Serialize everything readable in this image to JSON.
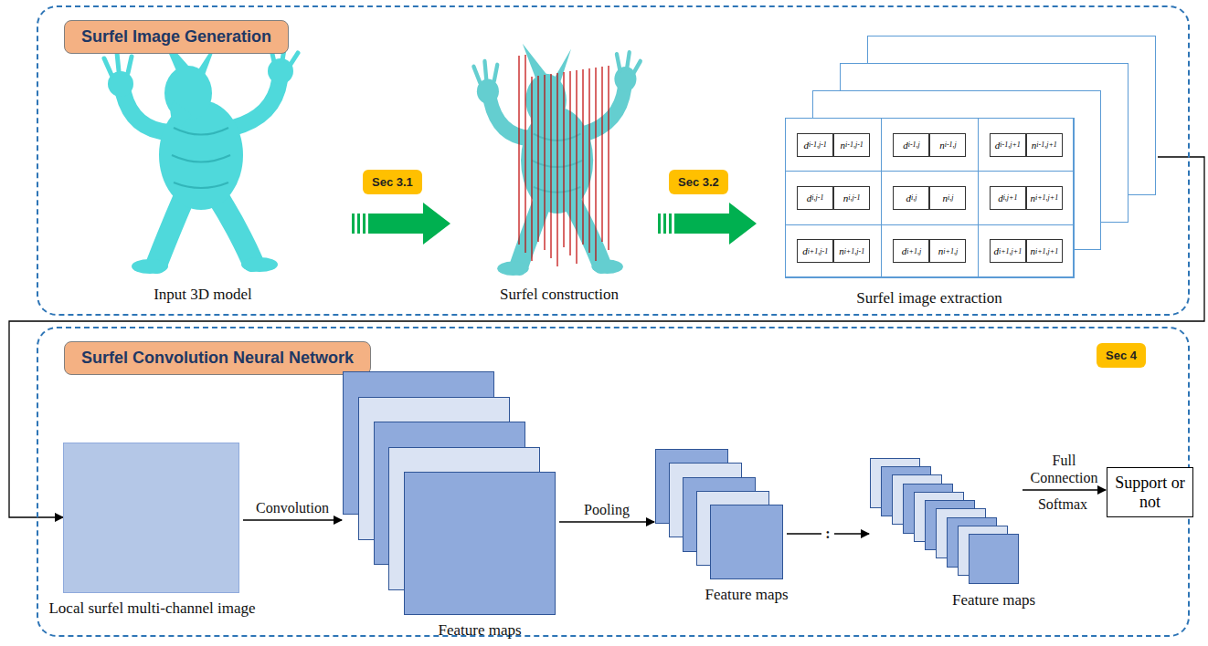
{
  "diagram": {
    "nodes": [
      {
        "text": [
          "Surfel Image Generation"
        ]
      },
      {
        "text": [
          "Sec 3.1"
        ],
        "in": 0
      },
      {
        "text": [
          "Sec 3.2"
        ],
        "in": 0
      },
      {
        "text": [
          "Surfel image extraction"
        ],
        "in": 0
      },
      {
        "text": [
          "Surfel Convolution Neural Network"
        ]
      },
      {
        "text": [
          "Sec 4"
        ],
        "in": 4
      },
      {
        "text": [
          "Local surfel multi-channel image"
        ],
        "in": 4
      },
      {
        "text": [
          "Feature maps"
        ],
        "in": 4
      },
      {
        "text": [
          "Feature maps"
        ],
        "in": 4
      },
      {
        "text": [
          "Feature maps"
        ],
        "in": 4
      },
      {
        "text": [
          "Support or not"
        ],
        "in": 4
      }
    ],
    "edges": [
      {
        "from": 3,
        "to": 6,
        "arrow": "to"
      },
      {
        "from": 6,
        "to": 7,
        "label": "Convolution",
        "arrow": "to"
      },
      {
        "from": 7,
        "to": 8,
        "label": "Pooling",
        "arrow": "to"
      },
      {
        "from": 8,
        "to": 9,
        "label": ":",
        "arrow": "to"
      },
      {
        "from": 9,
        "to": 10,
        "label": "Full Connection",
        "arrow": "to"
      }
    ],
    "labels": [
      "Input 3D model",
      "Surfel construction",
      "di-1,j-1",
      "ni-1,j-1",
      "di-1,j",
      "ni-1,j",
      "di-1,j+1",
      "ni-1,j+1",
      "di,j-1",
      "ni,j-1",
      "di,j",
      "ni,j",
      "di,j+1",
      "ni+1,j+1",
      "di+1,j-1",
      "ni+1,j-1",
      "di+1,j",
      "ni+1,j",
      "di+1,j+1",
      "ni+1,j+1",
      "Softmax"
    ]
  }
}
